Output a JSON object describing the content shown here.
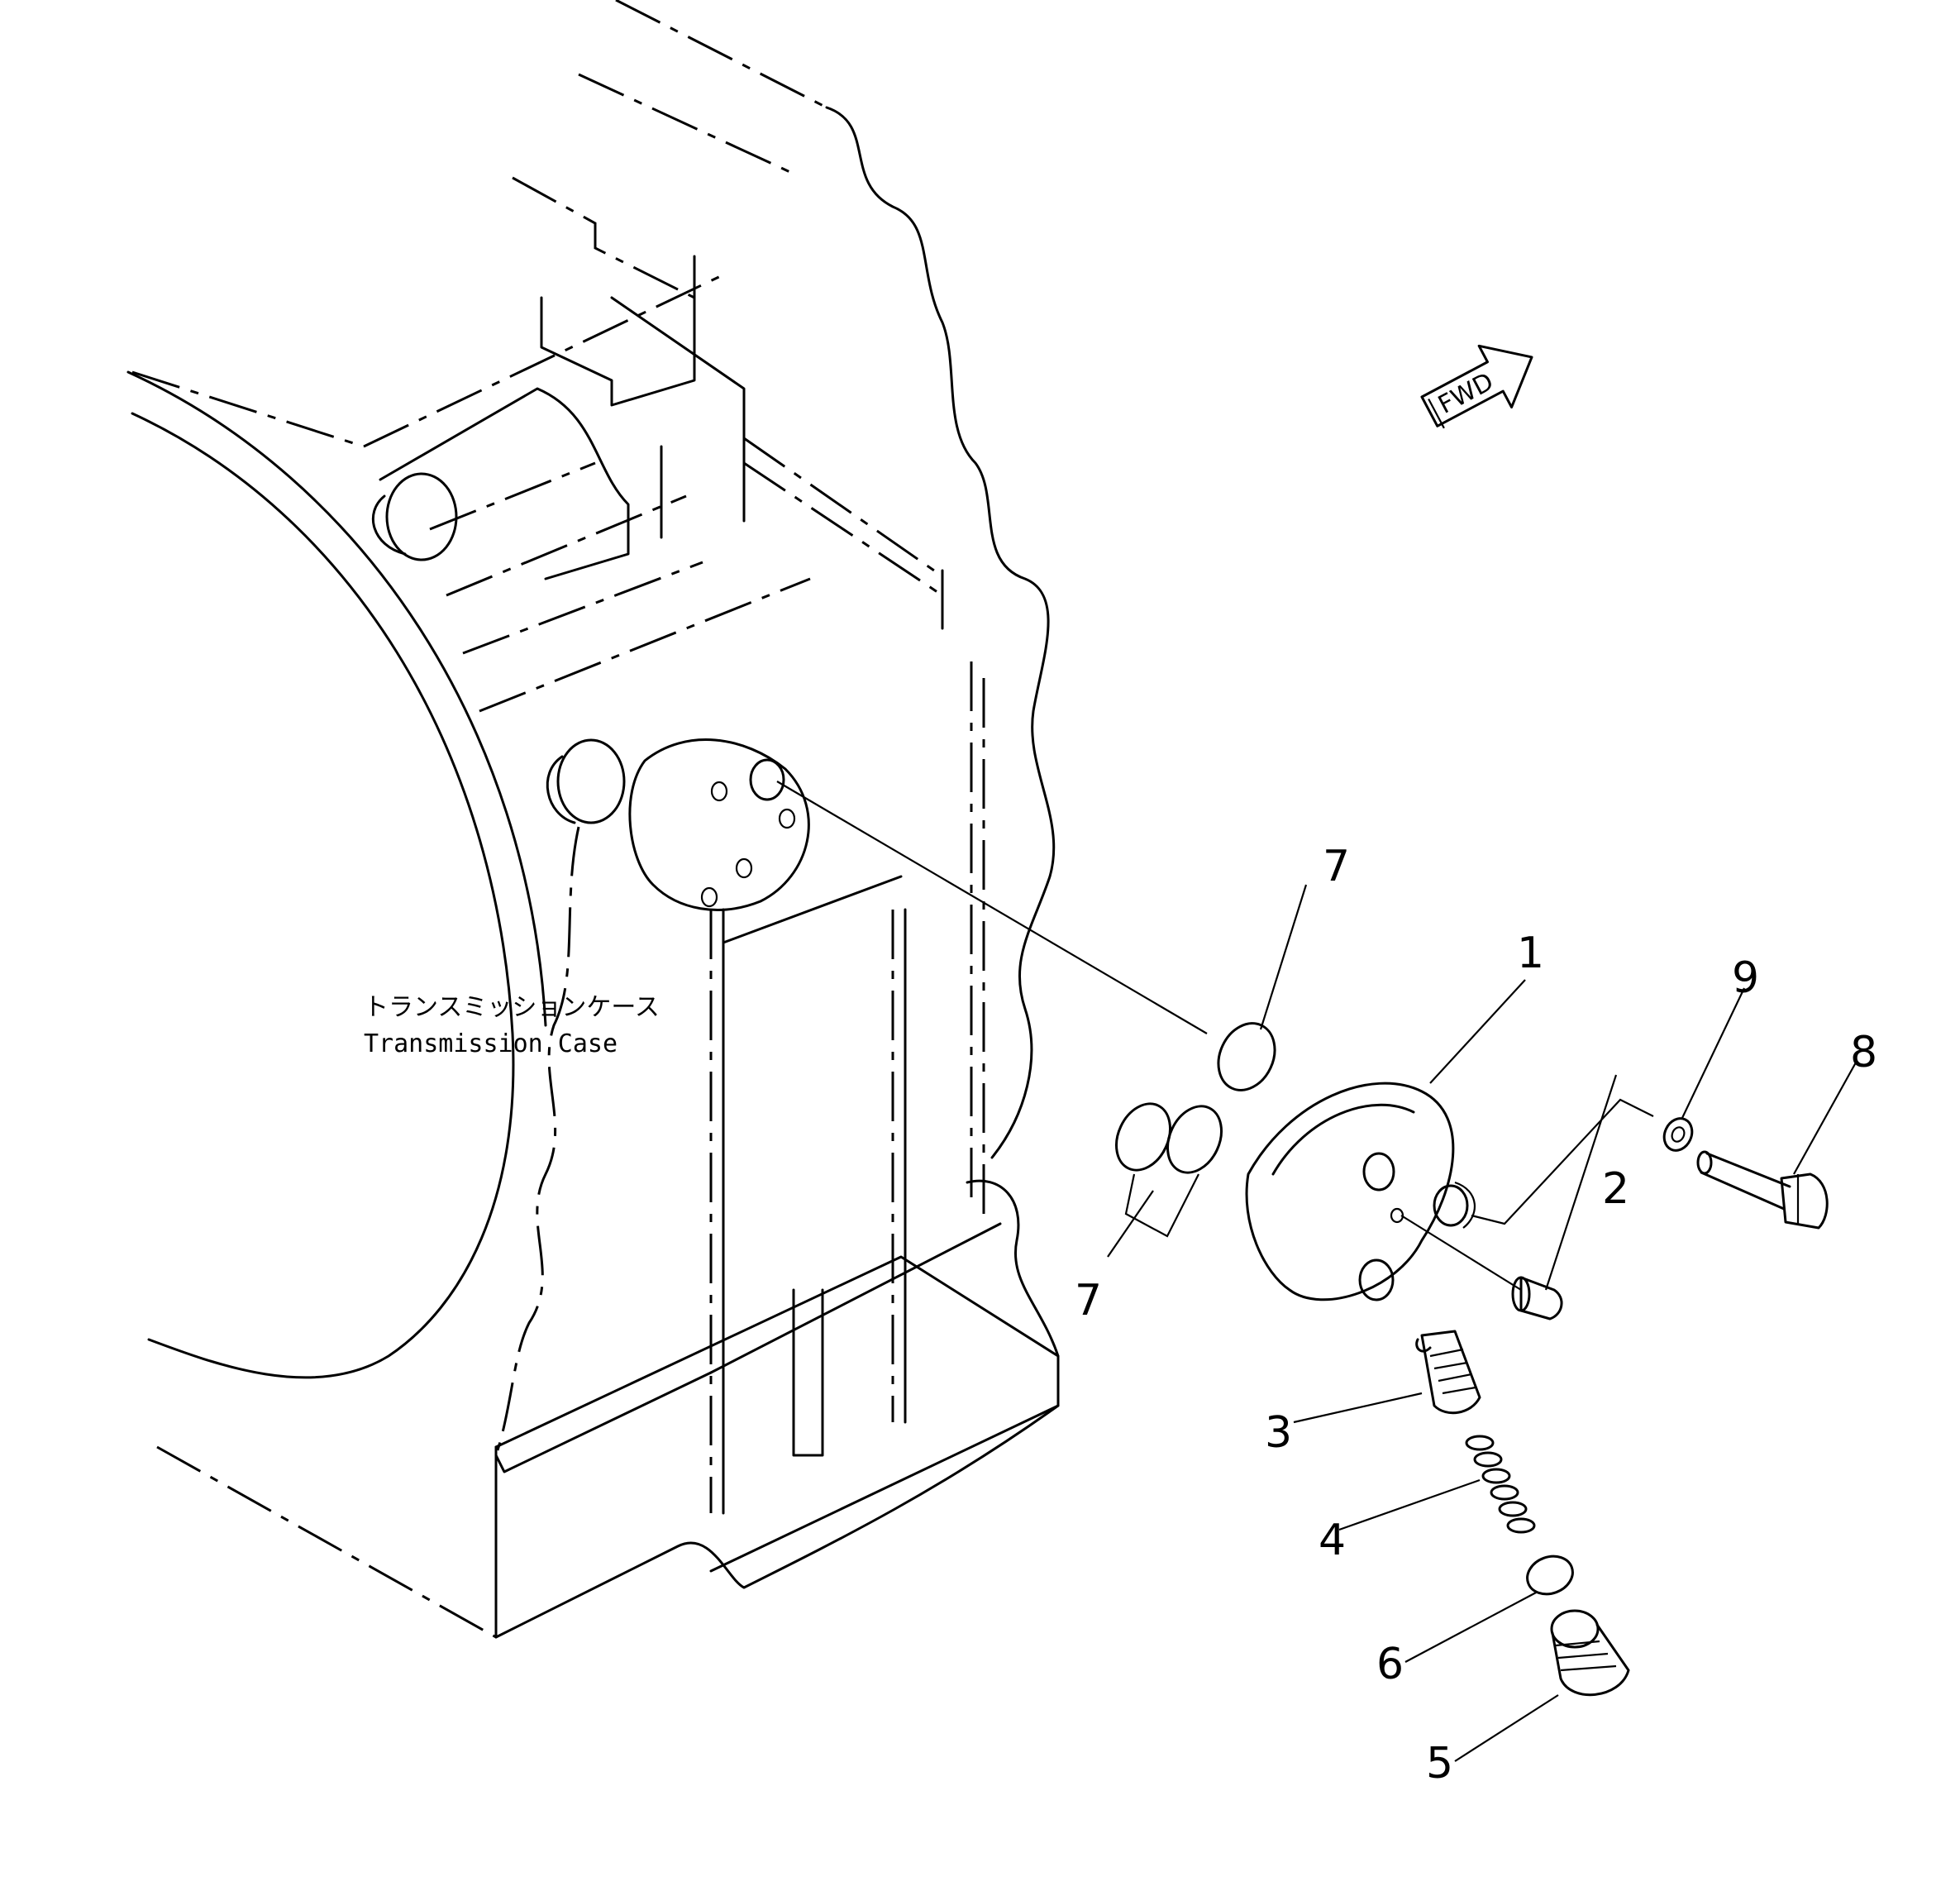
{
  "case_label": {
    "japanese": "トランスミッションケース",
    "english": "Transmission Case"
  },
  "fwd_arrow": {
    "text": "FWD"
  },
  "callouts": {
    "c1": "1",
    "c2": "2",
    "c3": "3",
    "c4": "4",
    "c5": "5",
    "c6": "6",
    "c7a": "7",
    "c7b": "7",
    "c8": "8",
    "c9": "9"
  }
}
